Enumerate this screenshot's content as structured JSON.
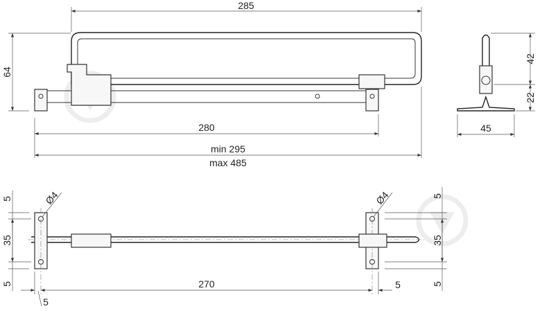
{
  "drawing": {
    "top_view": {
      "width_rail": "285",
      "height": "64",
      "width_mount": "280",
      "extension_min": "min 295",
      "extension_max": "max 485"
    },
    "side_view": {
      "upper_height": "42",
      "lower_height": "22",
      "base_width": "45"
    },
    "bottom_view": {
      "hole_diameter_left": "Ø4",
      "hole_diameter_right": "Ø4",
      "left_top_offset": "5",
      "left_hole_spacing": "35",
      "left_bottom_offset": "5",
      "right_top_offset": "5",
      "right_hole_spacing": "35",
      "right_bottom_offset": "5",
      "hole_distance": "270",
      "plate_offset_left": "5",
      "plate_offset_right": "5"
    }
  },
  "colors": {
    "line": "#333333",
    "watermark": "#e6e6e6"
  }
}
